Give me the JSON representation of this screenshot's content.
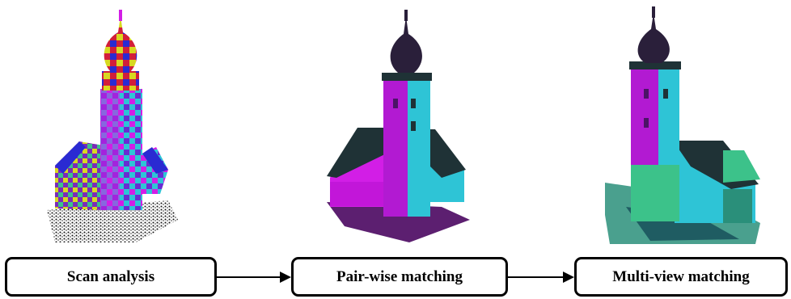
{
  "steps": [
    {
      "label": "Scan analysis"
    },
    {
      "label": "Pair-wise matching"
    },
    {
      "label": "Multi-view matching"
    }
  ],
  "colors": {
    "magenta": "#d21ee6",
    "cyan": "#2ec4d6",
    "dark": "#1f3236",
    "purple": "#7b2bb8",
    "teal": "#2a8f7a",
    "green": "#3cc28a",
    "blue": "#2a2ad2",
    "yellow": "#d8d820",
    "red": "#d2301e"
  }
}
